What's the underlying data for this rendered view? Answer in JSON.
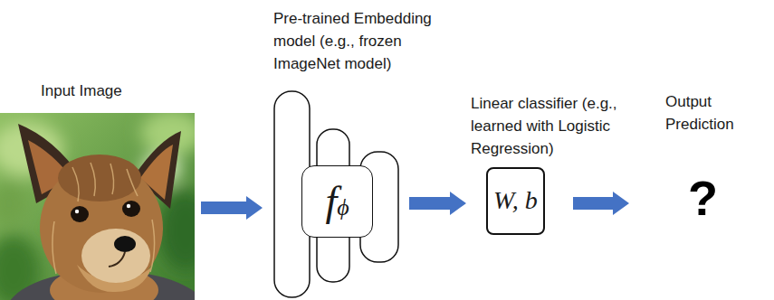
{
  "diagram": {
    "nodes": [
      {
        "text": [
          "Input Image"
        ]
      },
      {
        "text": [
          "Pre-trained Embedding model (e.g., frozen ImageNet model)"
        ]
      },
      {
        "text": [
          "fϕ"
        ],
        "in": 1
      },
      {
        "text": [
          "Linear classifier (e.g., learned with Logistic Regression)",
          "W, b"
        ]
      },
      {
        "text": [
          "Output Prediction",
          "?"
        ]
      }
    ],
    "edges": [
      {
        "from": 0,
        "to": 1,
        "arrow": "to"
      },
      {
        "from": 1,
        "to": 3,
        "arrow": "to"
      },
      {
        "from": 3,
        "to": 4,
        "arrow": "to"
      }
    ]
  }
}
